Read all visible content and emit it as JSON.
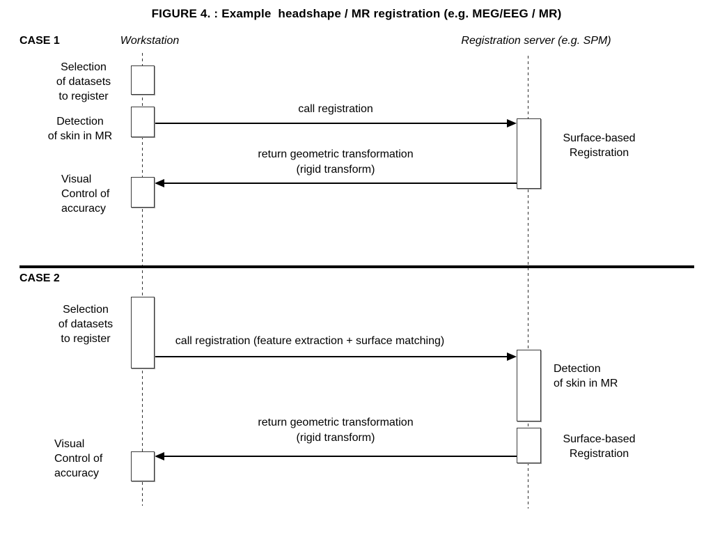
{
  "title": "FIGURE 4. : Example  headshape / MR registration (e.g. MEG/EEG / MR)",
  "lifelines": {
    "workstation": "Workstation",
    "server": "Registration server (e.g. SPM)"
  },
  "case1": {
    "label": "CASE 1",
    "activities": {
      "selection": "Selection\nof datasets\nto register",
      "detection": "Detection\nof skin in MR",
      "visual": "Visual\nControl of\naccuracy",
      "surface": "Surface-based\nRegistration"
    },
    "messages": {
      "call": "call registration",
      "return": "return geometric transformation\n(rigid transform)"
    }
  },
  "case2": {
    "label": "CASE 2",
    "activities": {
      "selection": "Selection\nof datasets\nto register",
      "detection": "Detection\nof skin in MR",
      "surface": "Surface-based\nRegistration",
      "visual": "Visual\nControl of\naccuracy"
    },
    "messages": {
      "call": "call registration (feature extraction + surface matching)",
      "return": "return geometric transformation\n(rigid transform)"
    }
  },
  "colors": {
    "background": "#ffffff",
    "line": "#000000",
    "box_border": "#3a3a3a"
  }
}
